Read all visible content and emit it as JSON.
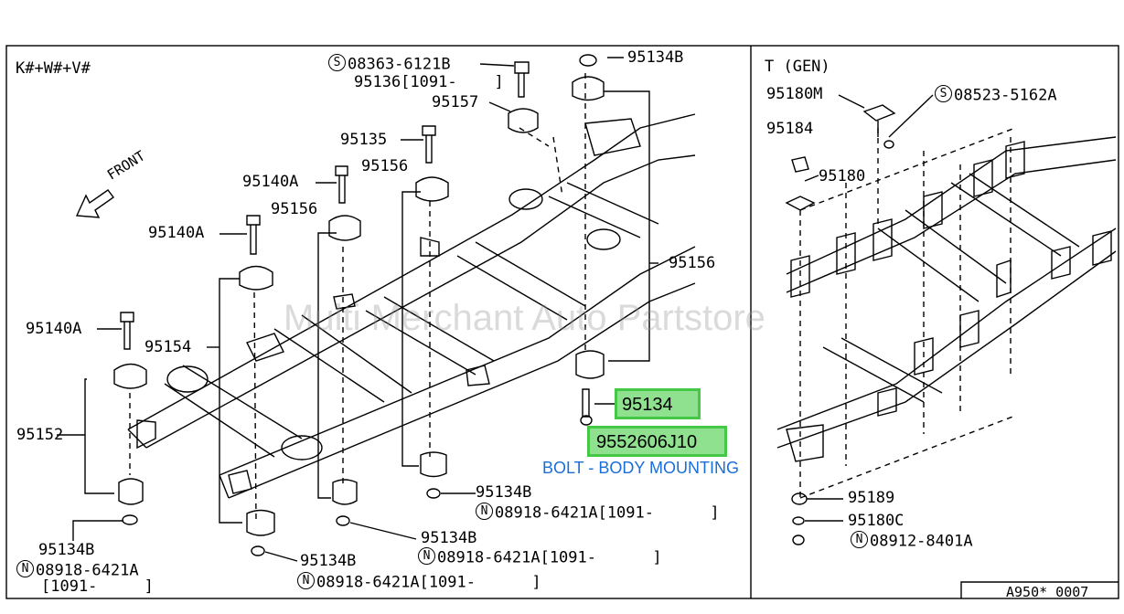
{
  "left_panel": {
    "variant": "K#+W#+V#",
    "front_label": "FRONT",
    "parts": {
      "p_08363": "08363-6121B",
      "p_08363_sym": "S",
      "p_95136": "95136[1091-    ]",
      "p_95134B_top": "95134B",
      "p_95157": "95157",
      "p_95135": "95135",
      "p_95140A_1": "95140A",
      "p_95156_a": "95156",
      "p_95156_b": "95156",
      "p_95156_c": "95156",
      "p_95140A_2": "95140A",
      "p_95140A_3": "95140A",
      "p_95154": "95154",
      "p_95152": "95152",
      "p_95134B_1": "95134B",
      "p_95134B_2": "95134B",
      "p_95134B_3": "95134B",
      "p_95134B_4": "95134B",
      "p_08918_1": "08918-6421A[1091-      ]",
      "p_08918_2": "08918-6421A[1091-      ]",
      "p_08918_3": "08918-6421A[1091-      ]",
      "p_08918_4": "08918-6421A",
      "p_08918_4b": "[1091-     ]",
      "n_sym": "N"
    },
    "highlight": {
      "part_no": "95134",
      "part_code": "9552606J10",
      "description": "BOLT - BODY MOUNTING",
      "color": "#45c845"
    },
    "watermark": "Multi Merchant Auto Partstore"
  },
  "right_panel": {
    "variant": "T (GEN)",
    "parts": {
      "p_95180M": "95180M",
      "p_08523": "08523-5162A",
      "p_95184": "95184",
      "p_95180": "95180",
      "p_95189": "95189",
      "p_95180C": "95180C",
      "p_08912": "08912-8401A"
    }
  },
  "diagram_code": "A950* 0007",
  "colors": {
    "line": "#000000",
    "link_blue": "#1a6ed8",
    "highlight_fill": "#8fe08f"
  }
}
